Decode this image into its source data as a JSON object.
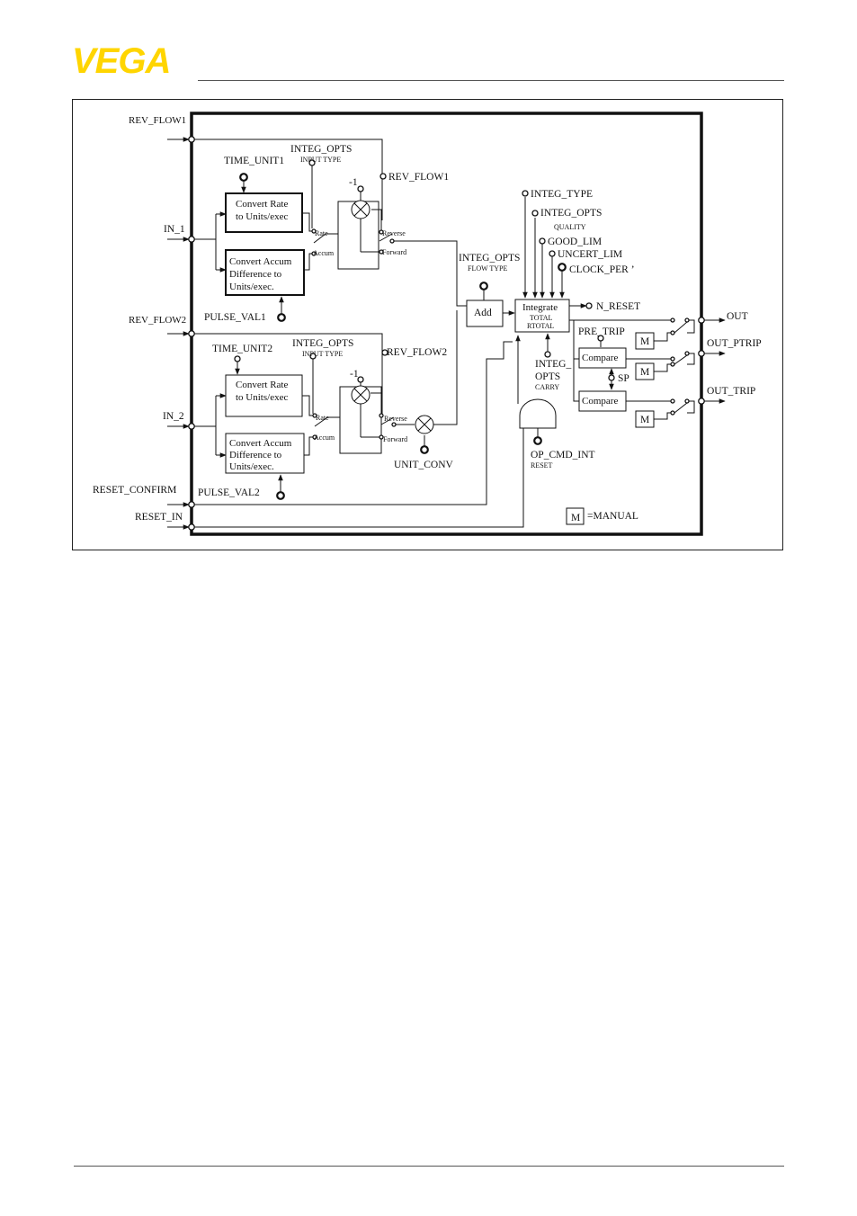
{
  "header": {
    "brand": "VEGA",
    "brand_color": "#FFD500"
  },
  "diagram": {
    "inputs": {
      "rev_flow1": "REV_FLOW1",
      "in_1": "IN_1",
      "rev_flow2": "REV_FLOW2",
      "in_2": "IN_2",
      "reset_confirm": "RESET_CONFIRM",
      "reset_in": "RESET_IN"
    },
    "params": {
      "time_unit1": "TIME_UNIT1",
      "time_unit2": "TIME_UNIT2",
      "integ_opts": "INTEG_OPTS",
      "input_type": "INPUT TYPE",
      "rev_flow1": "REV_FLOW1",
      "rev_flow2": "REV_FLOW2",
      "pulse_val1": "PULSE_VAL1",
      "pulse_val2": "PULSE_VAL2",
      "minus_one": "-1",
      "unit_conv": "UNIT_CONV",
      "flow_type": "FLOW TYPE",
      "integ_type": "INTEG_TYPE",
      "quality": "QUALITY",
      "good_lim": "GOOD_LIM",
      "uncert_lim": "UNCERT_LIM",
      "clock_per": "CLOCK_PER ’",
      "n_reset": "N_RESET",
      "pre_trip": "PRE_TRIP",
      "sp": "SP",
      "integ_part1": "INTEG_",
      "opts_part2": "OPTS",
      "carry": "CARRY",
      "op_cmd_int": "OP_CMD_INT",
      "reset": "RESET"
    },
    "switch_labels": {
      "rate": "Rate",
      "accum": "Accum",
      "reverse": "Reverse",
      "forward": "Forward"
    },
    "blocks": {
      "convert_rate_l1": "Convert Rate",
      "convert_rate_l2": "to Units/exec",
      "convert_accum_l1": "Convert Accum",
      "convert_accum_l2": "Difference to",
      "convert_accum_l3": "Units/exec.",
      "add": "Add",
      "integrate": "Integrate",
      "total": "TOTAL",
      "rtotal": "RTOTAL",
      "compare": "Compare",
      "manual": "M"
    },
    "outputs": {
      "out": "OUT",
      "out_ptrip": "OUT_PTRIP",
      "out_trip": "OUT_TRIP"
    },
    "legend": {
      "symbol": "M",
      "text": "=MANUAL"
    }
  }
}
